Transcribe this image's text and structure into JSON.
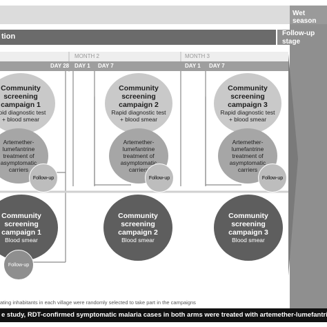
{
  "header": {
    "wet_season": "Wet season",
    "phase_fragment": "tion",
    "follow_up_stage": [
      "Follow-up",
      "stage"
    ]
  },
  "months": [
    "MONTH 2",
    "MONTH 3"
  ],
  "days": [
    "DAY 28",
    "DAY 1",
    "DAY 7",
    "DAY 1",
    "DAY 7"
  ],
  "arm1": {
    "campaigns": [
      {
        "title": [
          "Community",
          "screening",
          "campaign 1"
        ],
        "test": [
          "apid diagnostic test",
          "+ blood smear"
        ],
        "treat": [
          "Artemether-",
          "lumefantrine",
          "treatment of",
          "asymptomatic",
          "carriers"
        ],
        "follow": "Follow-up"
      },
      {
        "title": [
          "Community",
          "screening",
          "campaign 2"
        ],
        "test": [
          "Rapid diagnostic test",
          "+ blood smear"
        ],
        "treat": [
          "Artemether-",
          "lumefantrine",
          "treatment of",
          "asymptomatic",
          "carriers"
        ],
        "follow": "Follow-up"
      },
      {
        "title": [
          "Community",
          "screening",
          "campaign 3"
        ],
        "test": [
          "Rapid diagnostic test",
          "+ blood smear"
        ],
        "treat": [
          "Artemether-",
          "lumefantrine",
          "treatment of",
          "asymptomatic",
          "carriers"
        ],
        "follow": "Follow-up"
      }
    ]
  },
  "arm2": {
    "campaigns": [
      {
        "title": [
          "Community",
          "screening",
          "campaign 1"
        ],
        "test": "Blood smear",
        "follow": "Follow-up"
      },
      {
        "title": [
          "Community",
          "screening",
          "campaign 2"
        ],
        "test": "Blood smear"
      },
      {
        "title": [
          "Community",
          "screening",
          "campaign 3"
        ],
        "test": "Blood smear"
      }
    ]
  },
  "footnote": "ating inhabitants in each village were randomly selected to take part in the campaigns",
  "bottom_banner": "e study, RDT-confirmed symptomatic malaria cases in both arms were treated with artemether-lumefantrine a",
  "colors": {
    "dark_bar": "#6b6b6b",
    "light_bar": "#dcdcdc",
    "stage_panel": "#8f8f8f",
    "day_bar": "#9e9e9e",
    "circle_light": "#c9c9c9",
    "circle_mid": "#a6a6a6",
    "circle_dark": "#5e5e5e",
    "banner": "#111111"
  }
}
